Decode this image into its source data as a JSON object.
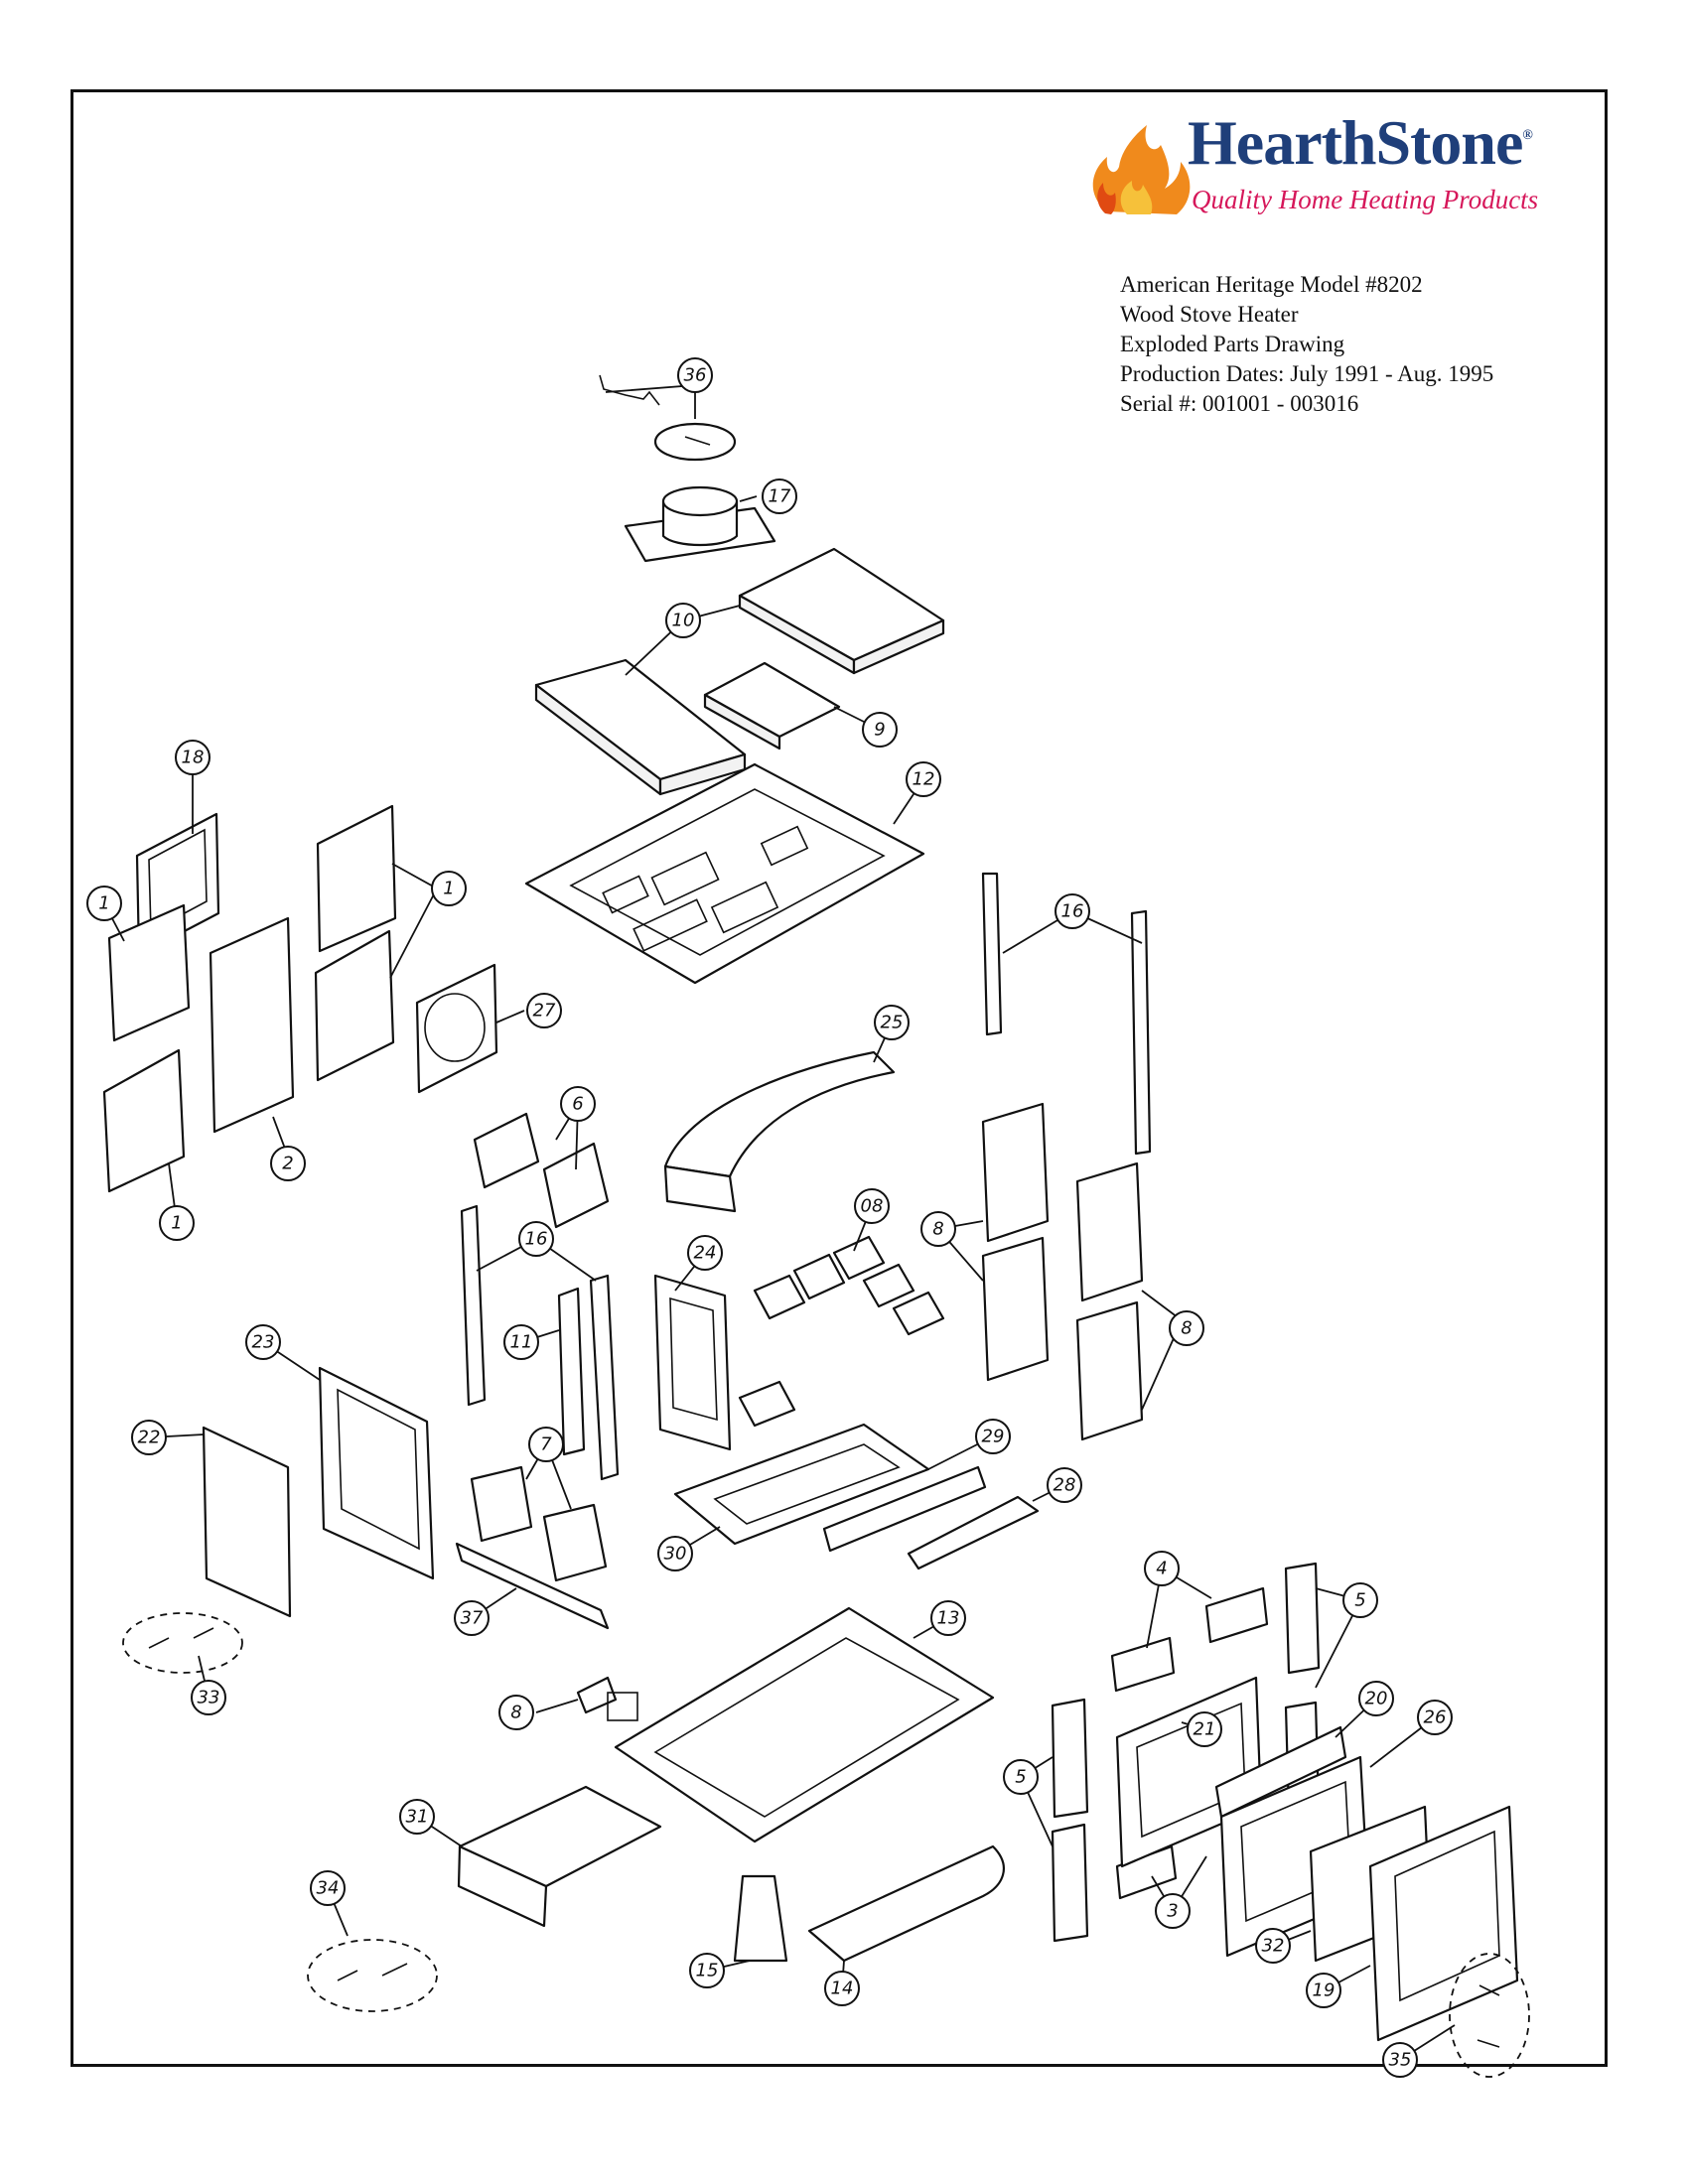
{
  "header": {
    "brand": "HearthStone",
    "registered_mark": "®",
    "tagline": "Quality Home Heating Products"
  },
  "info_lines": [
    "American Heritage Model #8202",
    "Wood Stove Heater",
    "Exploded Parts Drawing",
    "Production Dates: July 1991 - Aug. 1995",
    "Serial #: 001001 - 003016"
  ],
  "callouts": [
    "36",
    "17",
    "10",
    "9",
    "12",
    "18",
    "1",
    "1",
    "27",
    "2",
    "1",
    "16",
    "25",
    "6",
    "08",
    "8",
    "8",
    "16",
    "11",
    "24",
    "23",
    "22",
    "7",
    "30",
    "29",
    "28",
    "37",
    "33",
    "13",
    "4",
    "5",
    "8",
    "21",
    "20",
    "26",
    "31",
    "5",
    "3",
    "34",
    "15",
    "14",
    "32",
    "19",
    "35"
  ],
  "colors": {
    "brand_blue": "#1f3f7a",
    "tagline_pink": "#d6175a",
    "flame_orange": "#f08a1c",
    "flame_red": "#e04a12"
  }
}
